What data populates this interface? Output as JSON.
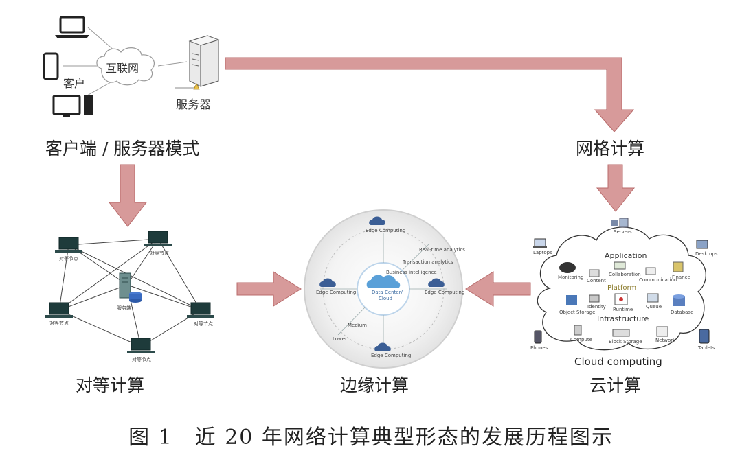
{
  "client_server": {
    "internet": "互联网",
    "client": "客户",
    "server": "服务器",
    "title": "客户端 / 服务器模式"
  },
  "grid": {
    "title": "网格计算"
  },
  "p2p": {
    "title": "对等计算",
    "node": "对等节点",
    "center": "服务端"
  },
  "edge": {
    "title": "边缘计算",
    "center_line1": "Data Center/",
    "center_line2": "Cloud",
    "edge_node": "Edge Computing",
    "labels": [
      "Real-time analytics",
      "Transaction analytics",
      "Business intelligence",
      "Medium",
      "Lower"
    ]
  },
  "cloud": {
    "title": "云计算",
    "application": "Application",
    "platform": "Platform",
    "infrastructure": "Infrastructure",
    "footer": "Cloud computing",
    "items": {
      "servers": "Servers",
      "laptops": "Laptops",
      "desktops": "Desktops",
      "monitoring": "Monitoring",
      "content": "Content",
      "collaboration": "Collaboration",
      "communication": "Communication",
      "finance": "Finance",
      "identity": "Identity",
      "runtime": "Runtime",
      "queue": "Queue",
      "database": "Database",
      "object_storage": "Object Storage",
      "compute": "Compute",
      "block_storage": "Block Storage",
      "network": "Network",
      "phones": "Phones",
      "tablets": "Tablets"
    }
  },
  "caption": "图 1　近 20 年网络计算典型形态的发展历程图示",
  "colors": {
    "arrow_fill": "#d79a9a",
    "arrow_stroke": "#b86b6b",
    "border": "#c9a9a0"
  }
}
